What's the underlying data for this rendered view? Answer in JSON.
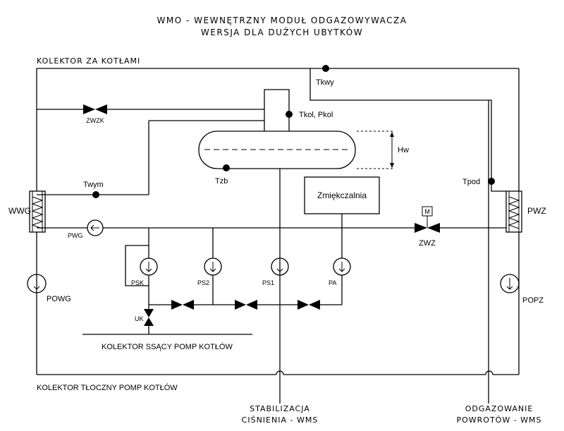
{
  "title": {
    "line1": "WMO - WEWNĘTRZNY MODUŁ ODGAZOWYWACZA",
    "line2": "WERSJA DLA DUŻYCH UBYTKÓW"
  },
  "labels": {
    "kolektor_za_kotlami": "KOLEKTOR ZA KOTŁAMI",
    "kolektor_ssacy": "KOLEKTOR SSĄCY POMP KOTŁÓW",
    "kolektor_tloczny": "KOLEKTOR TŁOCZNY POMP KOTŁÓW",
    "stabilizacja_1": "STABILIZACJA",
    "stabilizacja_2": "CIŚNIENIA - WMS",
    "odgazowanie_1": "ODGAZOWANIE",
    "odgazowanie_2": "POWROTÓW - WMS"
  },
  "sensors": {
    "tkwy": "Tkwy",
    "tkol_pkol": "Tkol, Pkol",
    "tzb": "Tzb",
    "twym": "Twym",
    "tpod": "Tpod",
    "hw": "Hw"
  },
  "equipment": {
    "wwg": "WWG",
    "pwz": "PWZ",
    "zmiekczalnia": "Zmiękczalnia",
    "zwzk": "ZWZK",
    "zwz": "ZWZ",
    "motor": "M",
    "pwg": "PWG",
    "psk": "PSK",
    "ps2": "PS2",
    "ps1": "PS1",
    "pa": "PA",
    "uk": "UK",
    "powg": "POWG",
    "popz": "POPZ"
  }
}
